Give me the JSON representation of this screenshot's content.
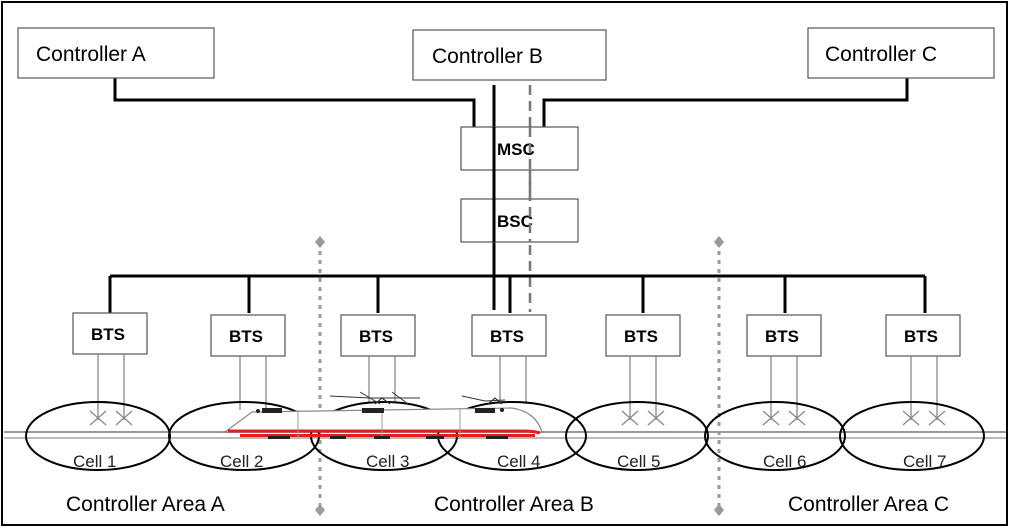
{
  "controllers": [
    {
      "label": "Controller A"
    },
    {
      "label": "Controller B"
    },
    {
      "label": "Controller C"
    }
  ],
  "core": {
    "msc_label": "MSC",
    "bsc_label": "BSC"
  },
  "bts_label": "BTS",
  "cells": [
    {
      "label": "Cell 1"
    },
    {
      "label": "Cell 2"
    },
    {
      "label": "Cell 3"
    },
    {
      "label": "Cell 4"
    },
    {
      "label": "Cell 5"
    },
    {
      "label": "Cell 6"
    },
    {
      "label": "Cell 7"
    }
  ],
  "areas": [
    {
      "label": "Controller Area A"
    },
    {
      "label": "Controller Area B"
    },
    {
      "label": "Controller Area C"
    }
  ],
  "colors": {
    "train_stripe": "#e02020",
    "boundary": "#9a9a9a",
    "line": "#000000"
  }
}
